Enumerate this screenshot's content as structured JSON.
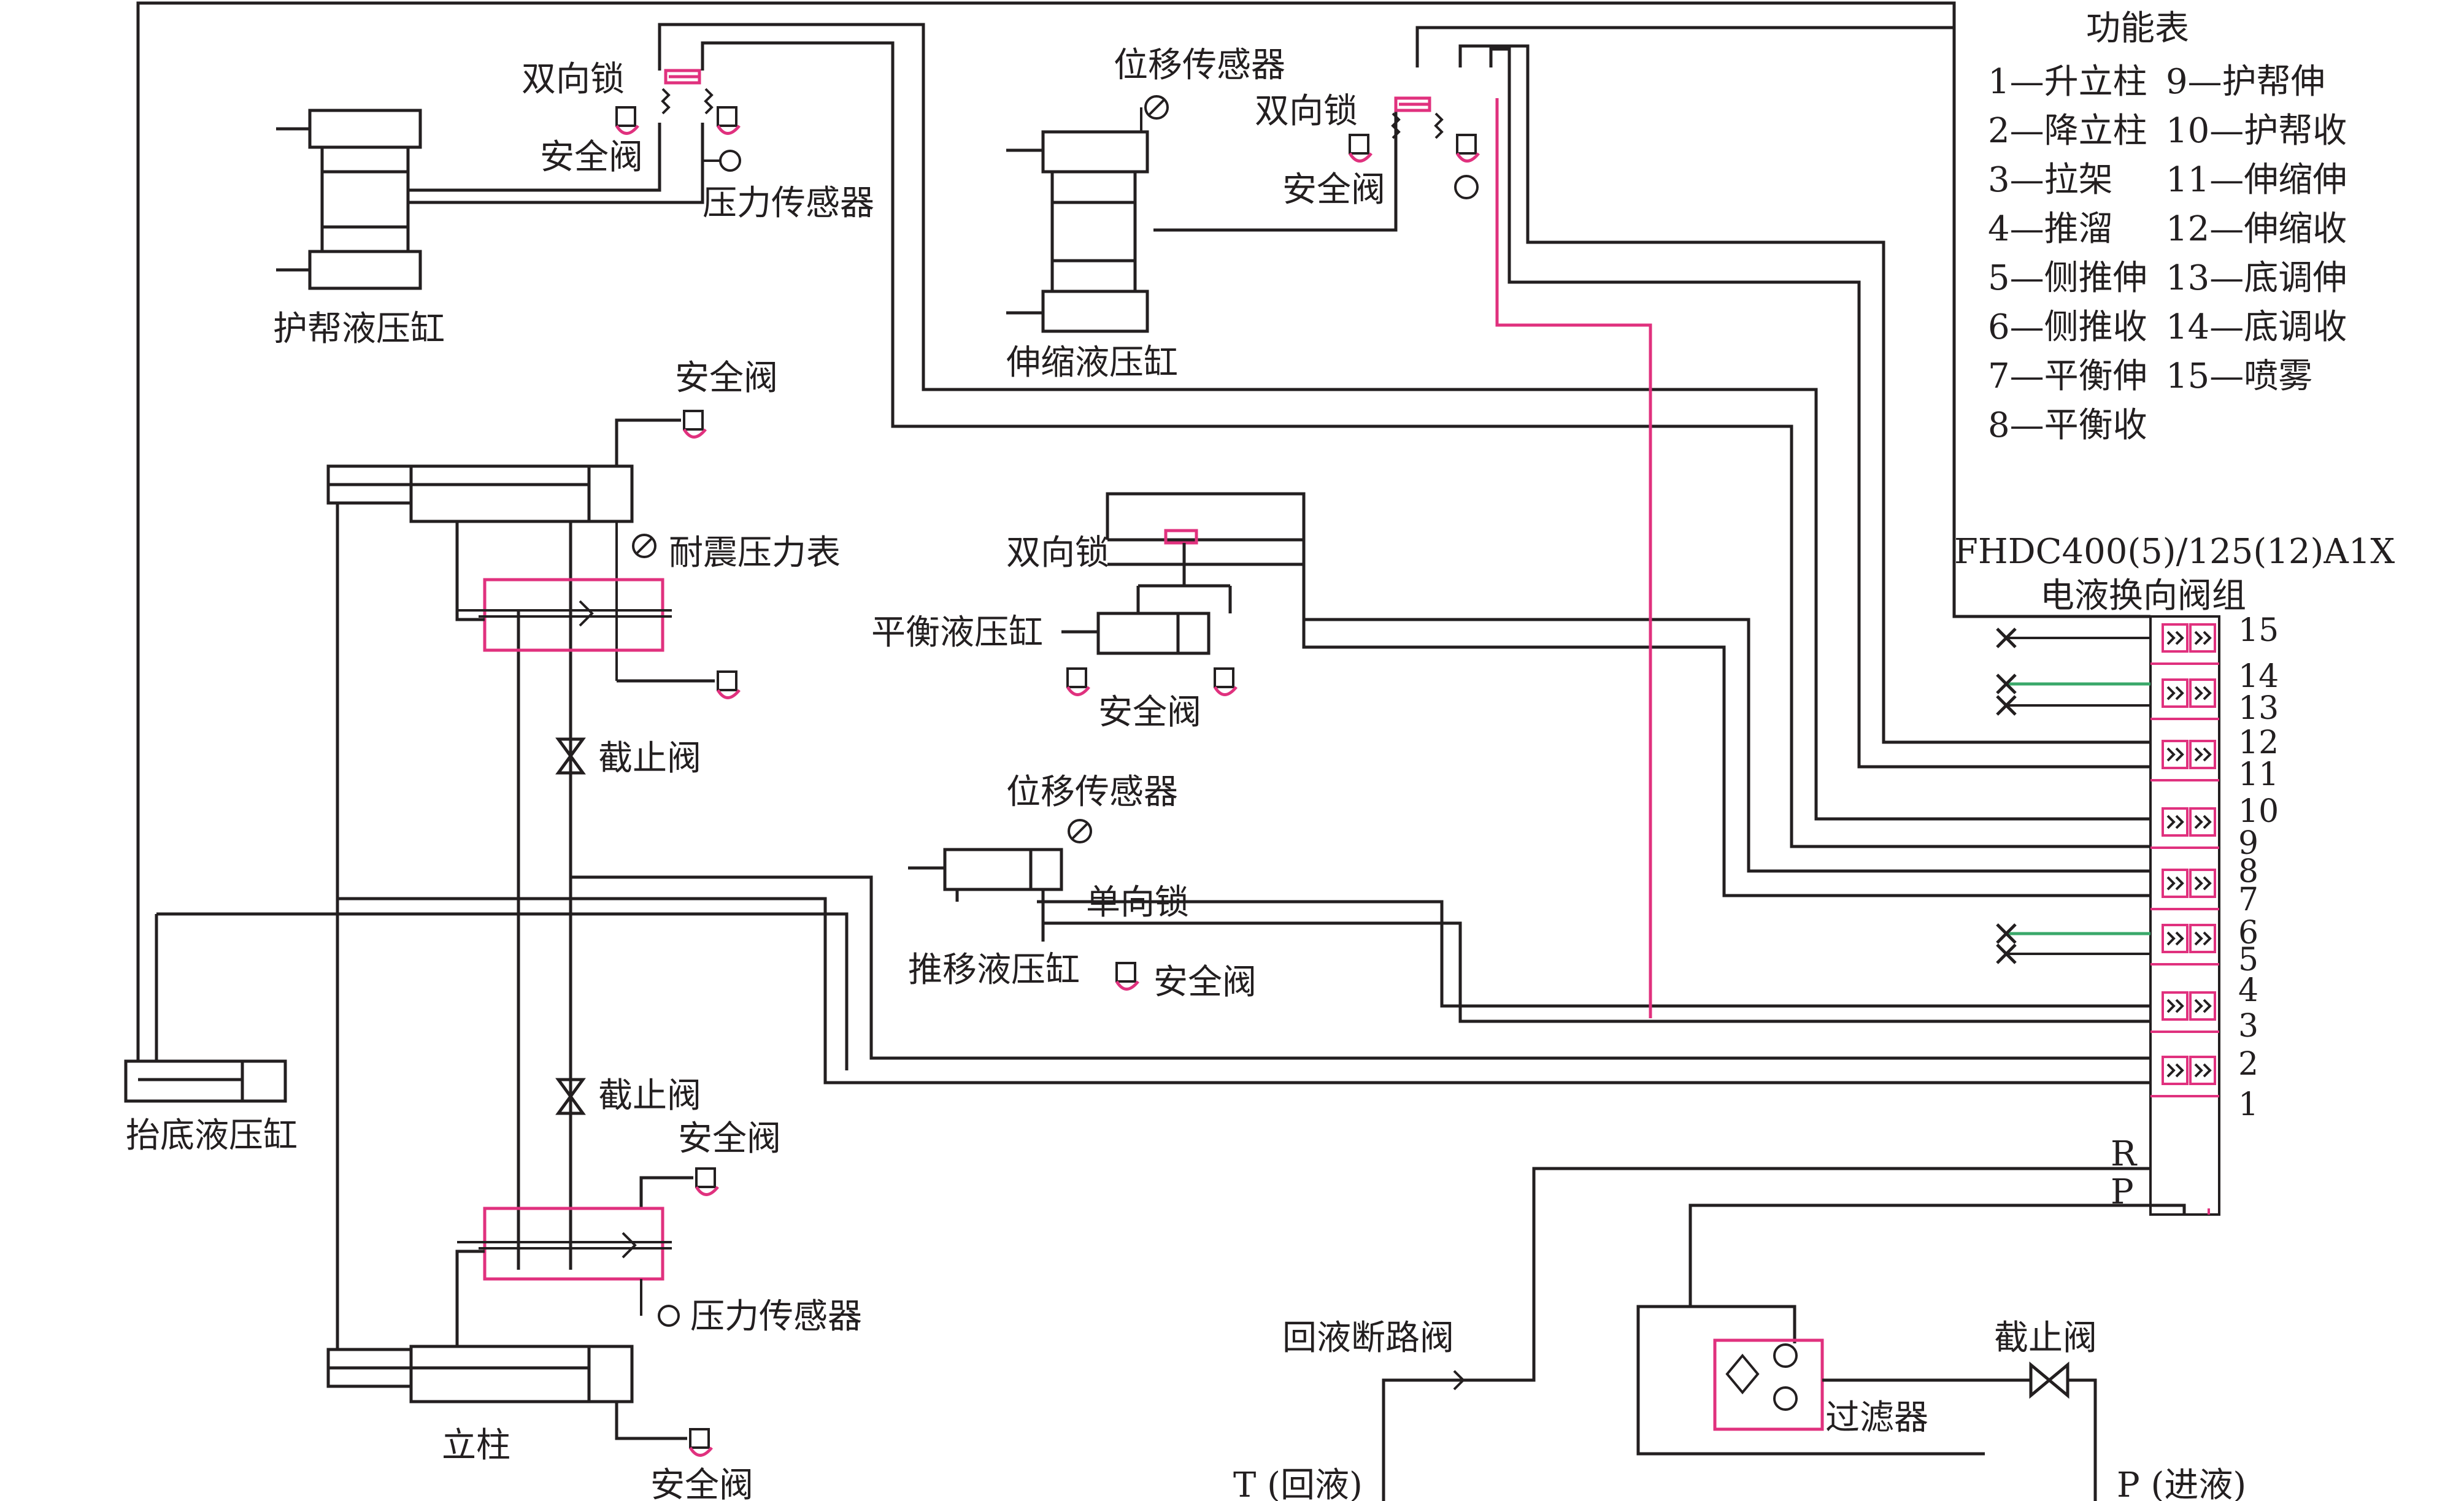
{
  "function_table": {
    "title": "功能表",
    "left": [
      "1—升立柱",
      "2—降立柱",
      "3—拉架",
      "4—推溜",
      "5—侧推伸",
      "6—侧推收",
      "7—平衡伸",
      "8—平衡收"
    ],
    "right": [
      "9—护帮伸",
      "10—护帮收",
      "11—伸缩伸",
      "12—伸缩收",
      "13—底调伸",
      "14—底调收",
      "15—喷雾"
    ]
  },
  "valve_group": {
    "model": "FHDC400(5)/125(12)A1X",
    "name": "电液换向阀组",
    "port_numbers": [
      "15",
      "14",
      "13",
      "12",
      "11",
      "10",
      "9",
      "8",
      "7",
      "6",
      "5",
      "4",
      "3",
      "2",
      "1"
    ],
    "port_r": "R",
    "port_p": "P"
  },
  "labels": {
    "two_way_lock_1": "双向锁",
    "safety_valve_1": "安全阀",
    "pressure_sensor_1": "压力传感器",
    "guard_cylinder": "护帮液压缸",
    "displacement_sensor_1": "位移传感器",
    "two_way_lock_2": "双向锁",
    "safety_valve_2": "安全阀",
    "telescopic_cylinder": "伸缩液压缸",
    "safety_valve_top_col": "安全阀",
    "seismic_gauge": "耐震压力表",
    "stop_valve_1": "截止阀",
    "two_way_lock_3": "双向锁",
    "balance_cylinder": "平衡液压缸",
    "safety_valve_balance": "安全阀",
    "displacement_sensor_2": "位移传感器",
    "one_way_lock": "单向锁",
    "push_cylinder": "推移液压缸",
    "safety_valve_push": "安全阀",
    "lift_base_cylinder": "抬底液压缸",
    "stop_valve_2": "截止阀",
    "safety_valve_mid_col": "安全阀",
    "pressure_sensor_2": "压力传感器",
    "column": "立柱",
    "safety_valve_bottom": "安全阀",
    "return_breaker_valve": "回液断路阀",
    "stop_valve_3": "截止阀",
    "filter": "过滤器",
    "t_return": "T (回液)",
    "p_supply": "P (进液)"
  },
  "colors": {
    "line": "#231f20",
    "accent": "#e0317e",
    "green": "#3aa86a"
  }
}
